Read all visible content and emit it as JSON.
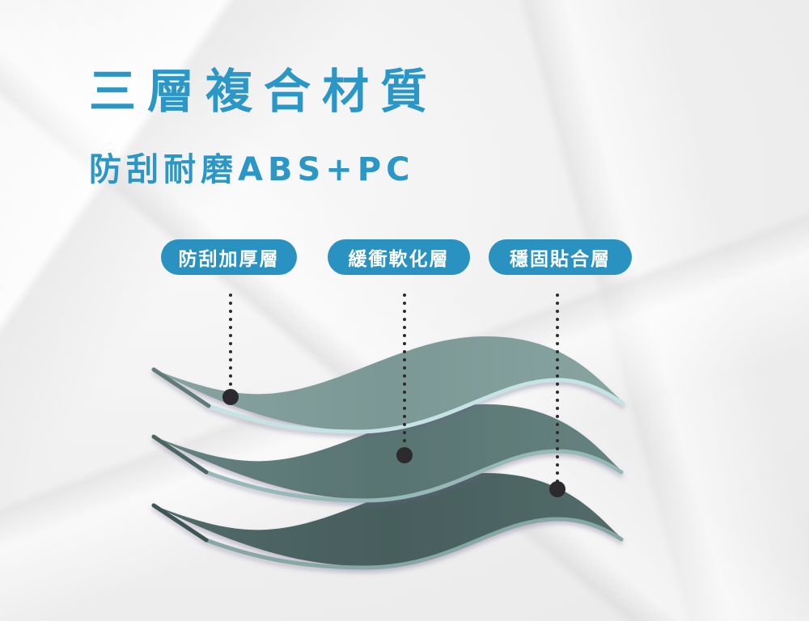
{
  "heading": {
    "title": "三層複合材質",
    "subtitle": "防刮耐磨ABS+PC"
  },
  "layers": [
    {
      "label": "防刮加厚層",
      "icon": "dot-marker-icon",
      "fill": "#7f9c99",
      "edge": "#c4e3e2"
    },
    {
      "label": "緩衝軟化層",
      "icon": "dot-marker-icon",
      "fill": "#5e7a78",
      "edge": "#96b8b6"
    },
    {
      "label": "穩固貼合層",
      "icon": "dot-marker-icon",
      "fill": "#4c6462",
      "edge": "#86a7a4"
    }
  ],
  "colors": {
    "accent": "#2a97c6",
    "pill_bg": "#2a92c0",
    "pill_text": "#ffffff",
    "marker": "#2b2b2d",
    "background": "#f2f2f2"
  }
}
